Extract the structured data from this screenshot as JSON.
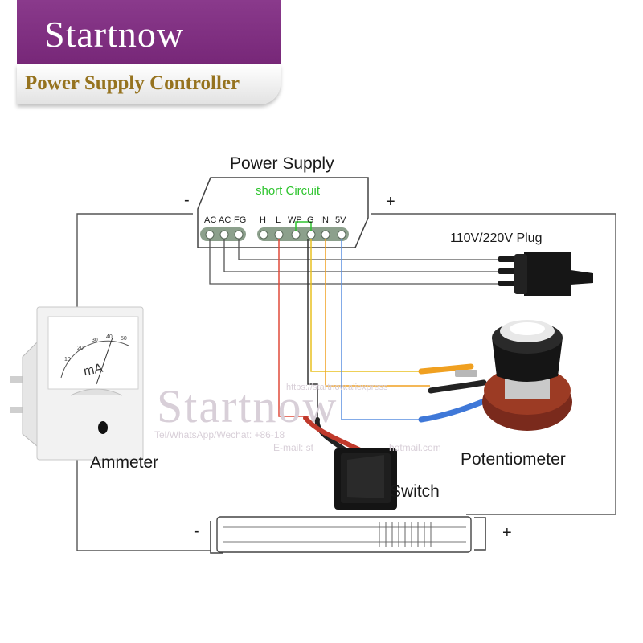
{
  "brand": {
    "logo_text": "Startnow",
    "subtitle": "Power Supply Controller"
  },
  "power_supply": {
    "title": "Power Supply",
    "short_circuit_label": "short Circuit",
    "minus_sign": "-",
    "plus_sign": "+",
    "terminals": [
      "AC",
      "AC",
      "FG",
      "H",
      "L",
      "WP",
      "G",
      "IN",
      "5V"
    ]
  },
  "plug": {
    "label": "110V/220V Plug"
  },
  "ammeter": {
    "label": "Ammeter",
    "unit": "mA",
    "scale_ticks": [
      "10",
      "20",
      "30",
      "40",
      "50"
    ]
  },
  "potentiometer": {
    "label": "Potentiometer"
  },
  "switch": {
    "label": "Switch"
  },
  "laser_tube": {
    "minus_sign": "-",
    "plus_sign": "+"
  },
  "watermark": {
    "logo_text": "Startnow",
    "contact_line": "Tel/WhatsApp/Wechat: +86-18",
    "email_line": "E-mail: st",
    "url_fragment": "https://startnow.aliexpress",
    "mail_fragment": "hotmail.com"
  },
  "colors": {
    "brand_purple": "#7f2f80",
    "brand_gold": "#96731f",
    "short_circuit_green": "#2ec42e",
    "wire_red": "#e04a3a",
    "wire_orange": "#f0a020",
    "wire_yellow": "#e8c020",
    "wire_blue": "#5a8fe0",
    "wire_black": "#222222"
  }
}
